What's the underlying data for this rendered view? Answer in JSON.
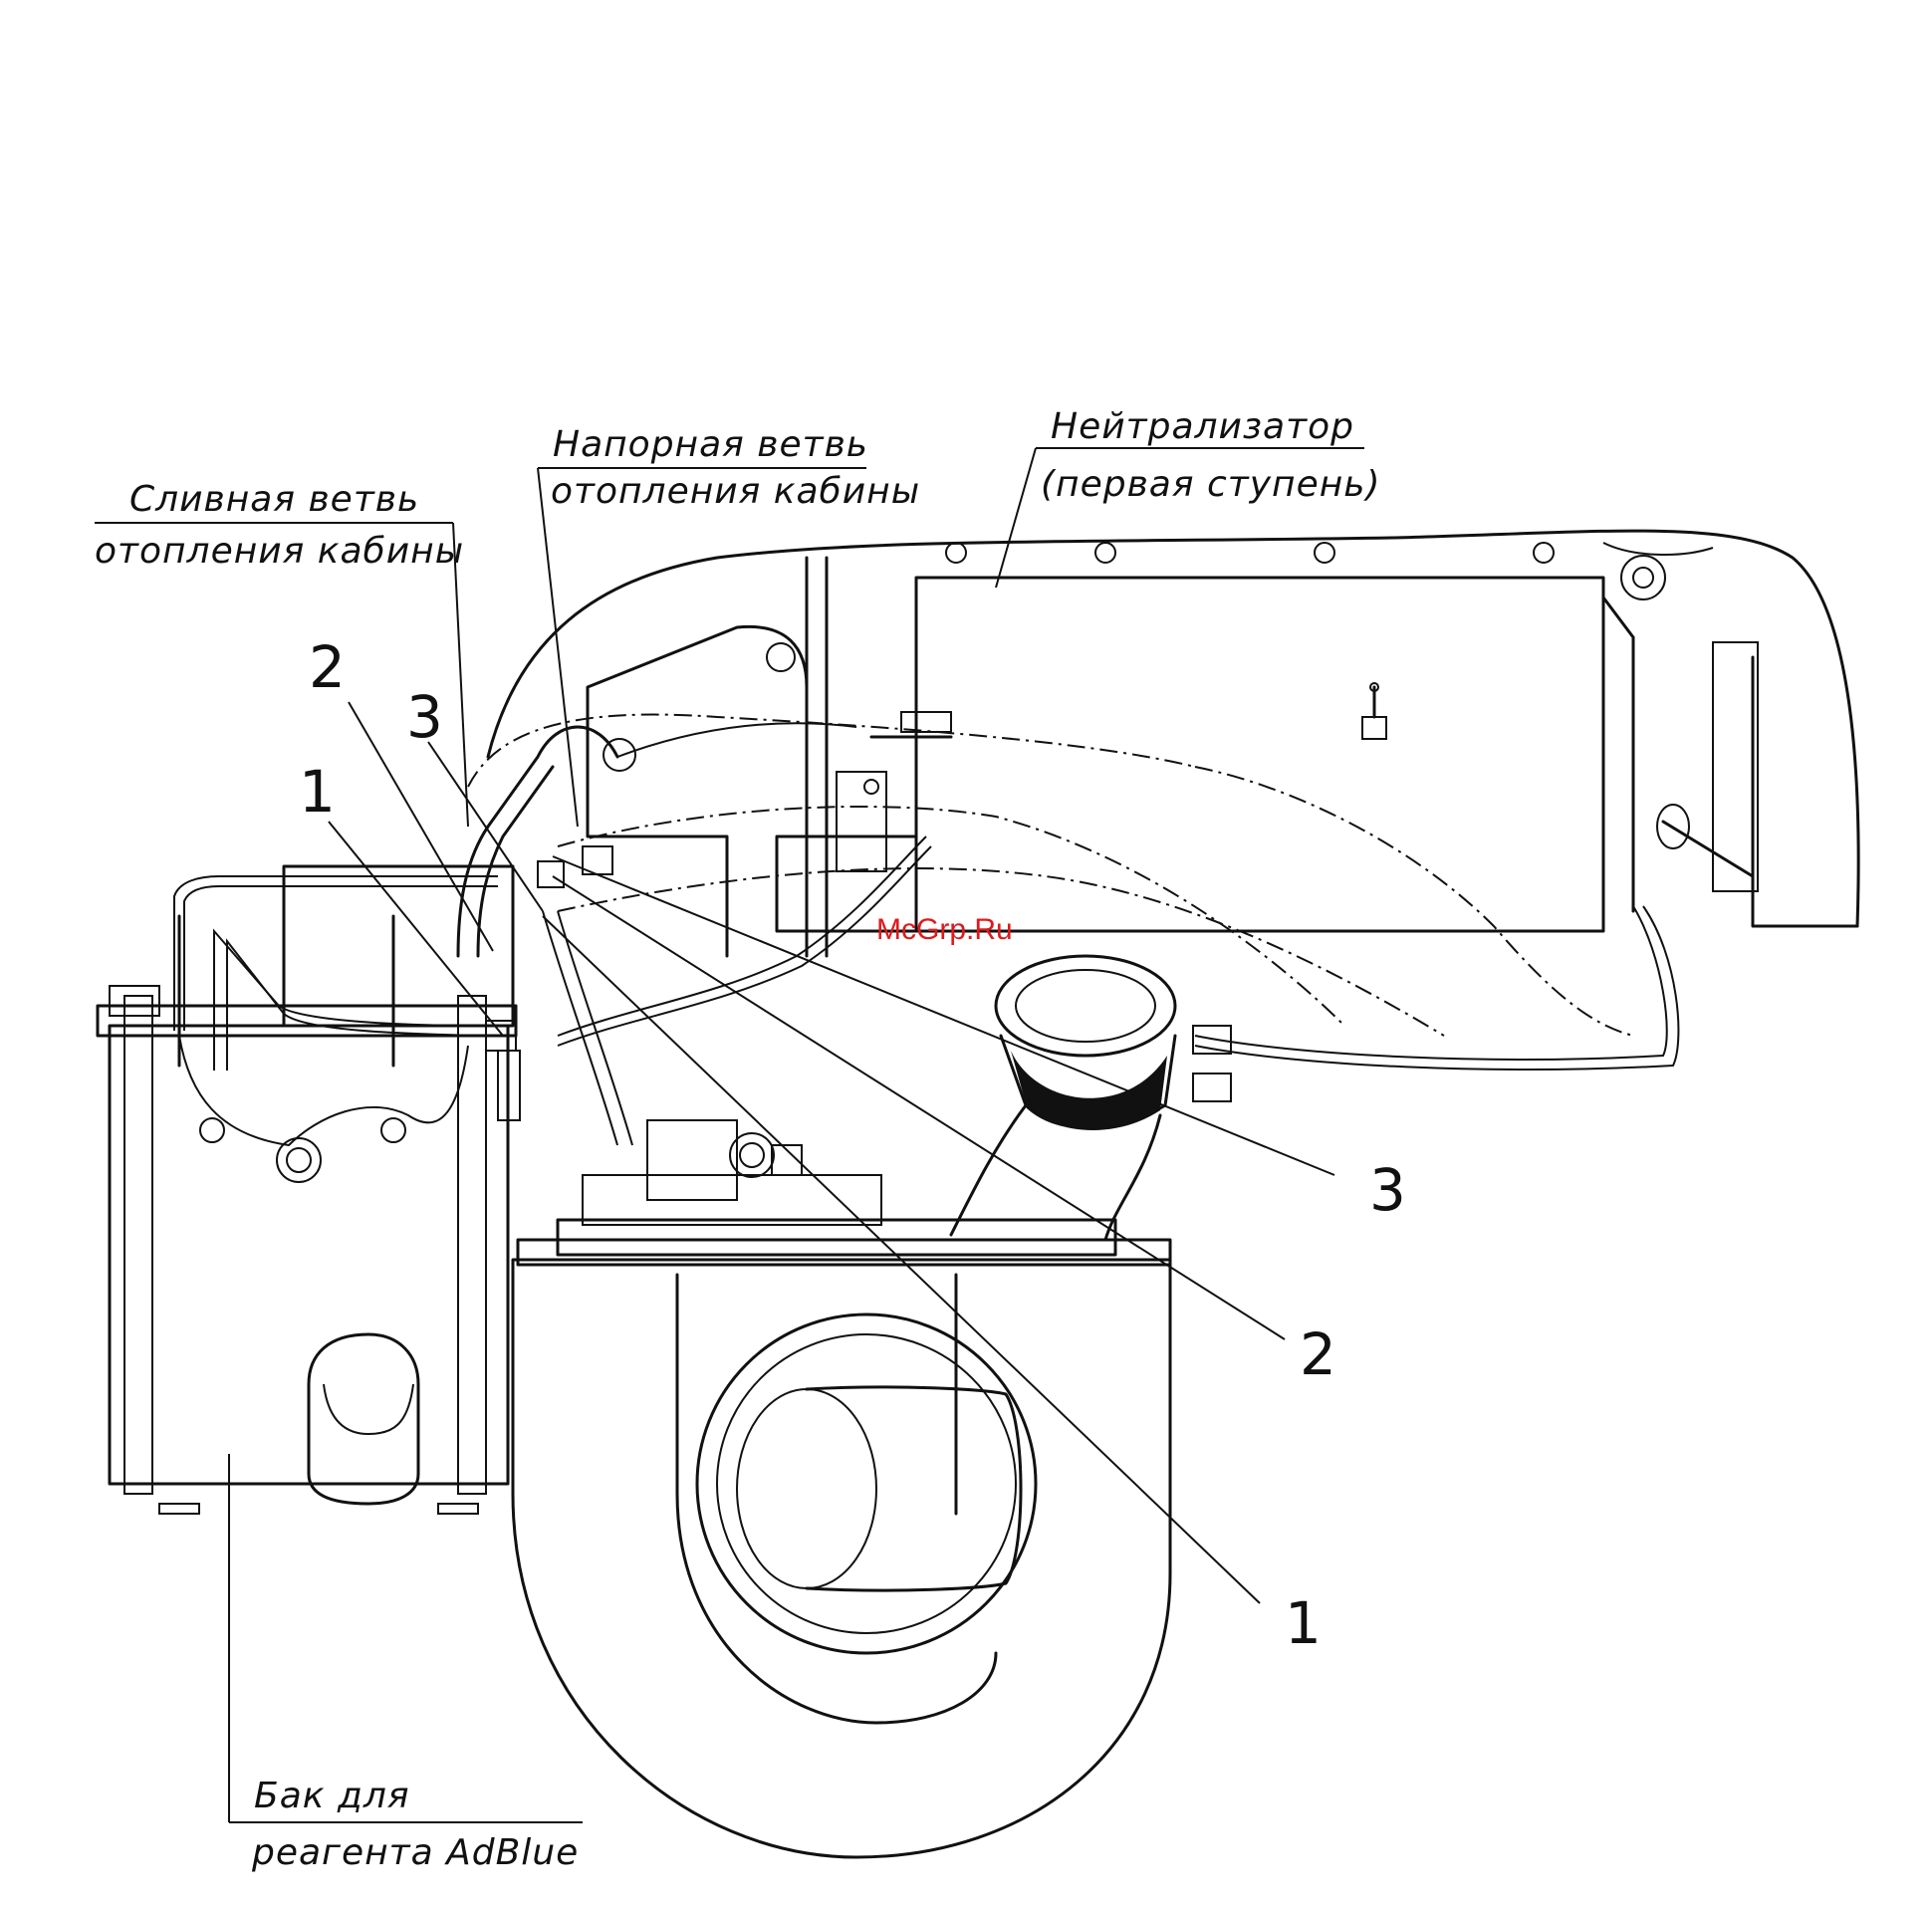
{
  "labels": {
    "drain_line_1": "Сливная ветвь",
    "drain_line_2": "отопления кабины",
    "supply_line_1": "Напорная ветвь",
    "supply_line_2": "отопления кабины",
    "converter_1": "Нейтрализатор",
    "converter_2": "(первая ступень)",
    "tank_1": "Бак для",
    "tank_2": "реагента AdBlue"
  },
  "callouts": {
    "n1_left": "1",
    "n2_left": "2",
    "n3_left": "3",
    "n3_right": "3",
    "n2_right": "2",
    "n1_right": "1"
  },
  "watermark": "McGrp.Ru",
  "colors": {
    "line": "#111111",
    "watermark": "#e0191b",
    "background": "#ffffff"
  }
}
